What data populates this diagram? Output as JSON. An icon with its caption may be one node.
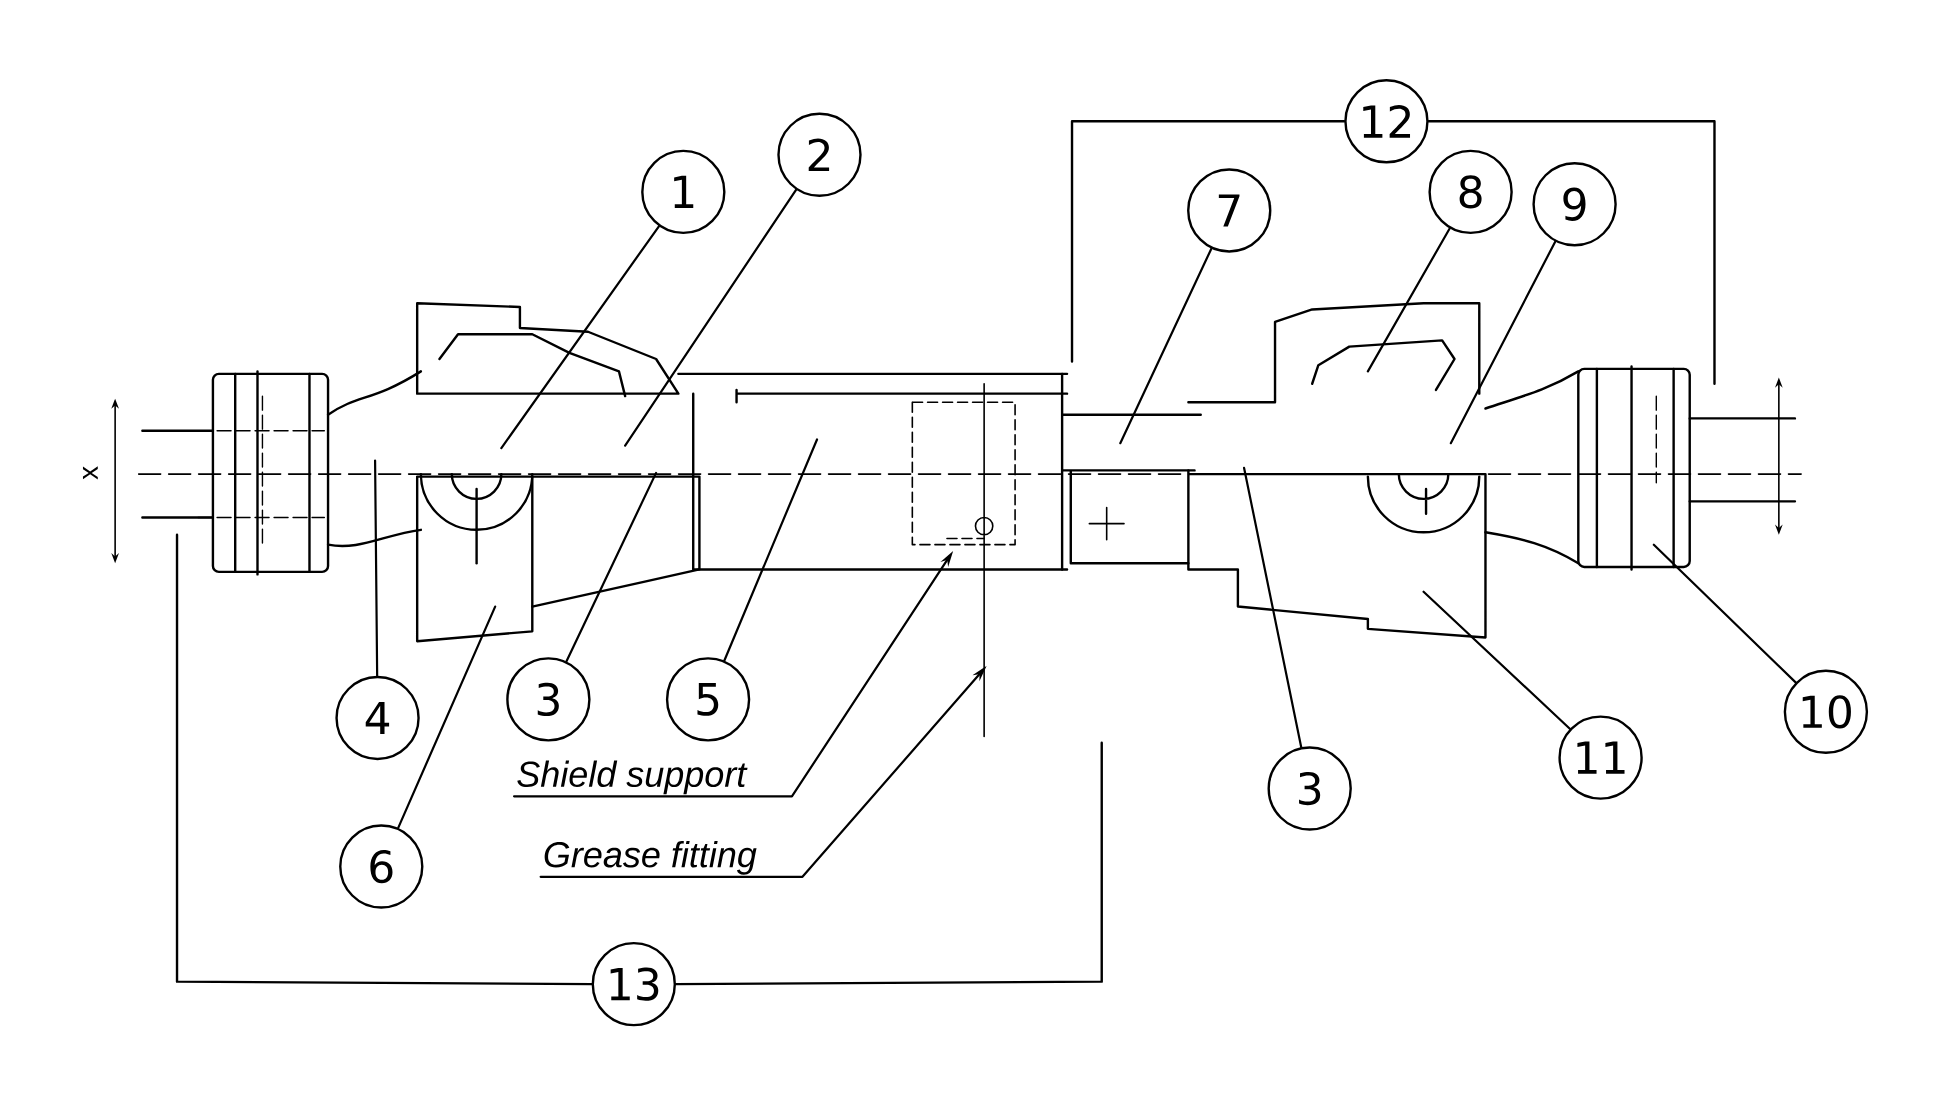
{
  "diagram": {
    "nodes": [
      {
        "text": [
          "1"
        ]
      },
      {
        "text": [
          "2"
        ]
      },
      {
        "text": [
          "12"
        ]
      },
      {
        "text": [
          "7"
        ]
      },
      {
        "text": [
          "8"
        ]
      },
      {
        "text": [
          "9"
        ]
      },
      {
        "text": [
          "4"
        ]
      },
      {
        "text": [
          "3"
        ]
      },
      {
        "text": [
          "5"
        ]
      },
      {
        "text": [
          "6"
        ]
      },
      {
        "text": [
          "3"
        ]
      },
      {
        "text": [
          "11"
        ]
      },
      {
        "text": [
          "10"
        ]
      },
      {
        "text": [
          "13"
        ]
      },
      {
        "text": [
          "Shield support"
        ]
      },
      {
        "text": [
          "Grease fitting"
        ]
      }
    ],
    "edges": [
      {
        "from": 0,
        "to": null,
        "arrow": "none"
      },
      {
        "from": 1,
        "to": null,
        "arrow": "none"
      },
      {
        "from": 3,
        "to": null,
        "arrow": "none"
      },
      {
        "from": 4,
        "to": null,
        "arrow": "none"
      },
      {
        "from": 5,
        "to": null,
        "arrow": "none"
      },
      {
        "from": 6,
        "to": null,
        "arrow": "none"
      },
      {
        "from": 7,
        "to": null,
        "arrow": "none"
      },
      {
        "from": 8,
        "to": null,
        "arrow": "none"
      },
      {
        "from": 9,
        "to": null,
        "arrow": "none"
      },
      {
        "from": 10,
        "to": null,
        "arrow": "none"
      },
      {
        "from": 11,
        "to": null,
        "arrow": "none"
      },
      {
        "from": 12,
        "to": null,
        "arrow": "none"
      },
      {
        "from": 14,
        "to": null,
        "arrow": "to"
      },
      {
        "from": 15,
        "to": null,
        "arrow": "to"
      }
    ],
    "labels": [
      "x"
    ]
  }
}
